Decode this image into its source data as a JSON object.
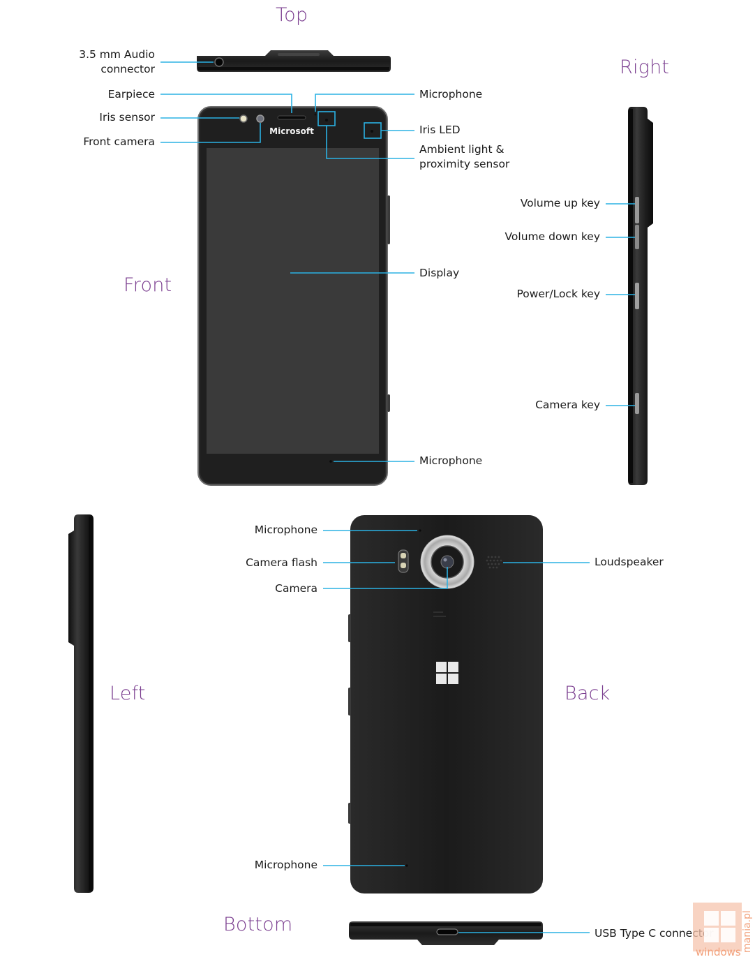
{
  "sections": {
    "top": "Top",
    "right": "Right",
    "front": "Front",
    "left": "Left",
    "back": "Back",
    "bottom": "Bottom"
  },
  "brand": {
    "front_wordmark": "Microsoft"
  },
  "callouts": {
    "audio_connector": "3.5 mm Audio\nconnector",
    "earpiece": "Earpiece",
    "iris_sensor": "Iris sensor",
    "front_camera": "Front camera",
    "microphone_top_front": "Microphone",
    "iris_led": "Iris LED",
    "ambient_light": "Ambient light &\nproximity sensor",
    "display": "Display",
    "microphone_bottom_front": "Microphone",
    "volume_up": "Volume up key",
    "volume_down": "Volume down key",
    "power_lock": "Power/Lock key",
    "camera_key": "Camera key",
    "microphone_back_top": "Microphone",
    "camera_flash": "Camera flash",
    "camera": "Camera",
    "loudspeaker": "Loudspeaker",
    "microphone_back_bottom": "Microphone",
    "usb_c": "USB Type C connector"
  },
  "watermark": {
    "text_a": "windows",
    "text_b": "mania.pl"
  },
  "colors": {
    "leader": "#2bb2e4",
    "section": "#7a3d8f",
    "device": "#1e1e1e",
    "watermark": "#f2a07a"
  }
}
